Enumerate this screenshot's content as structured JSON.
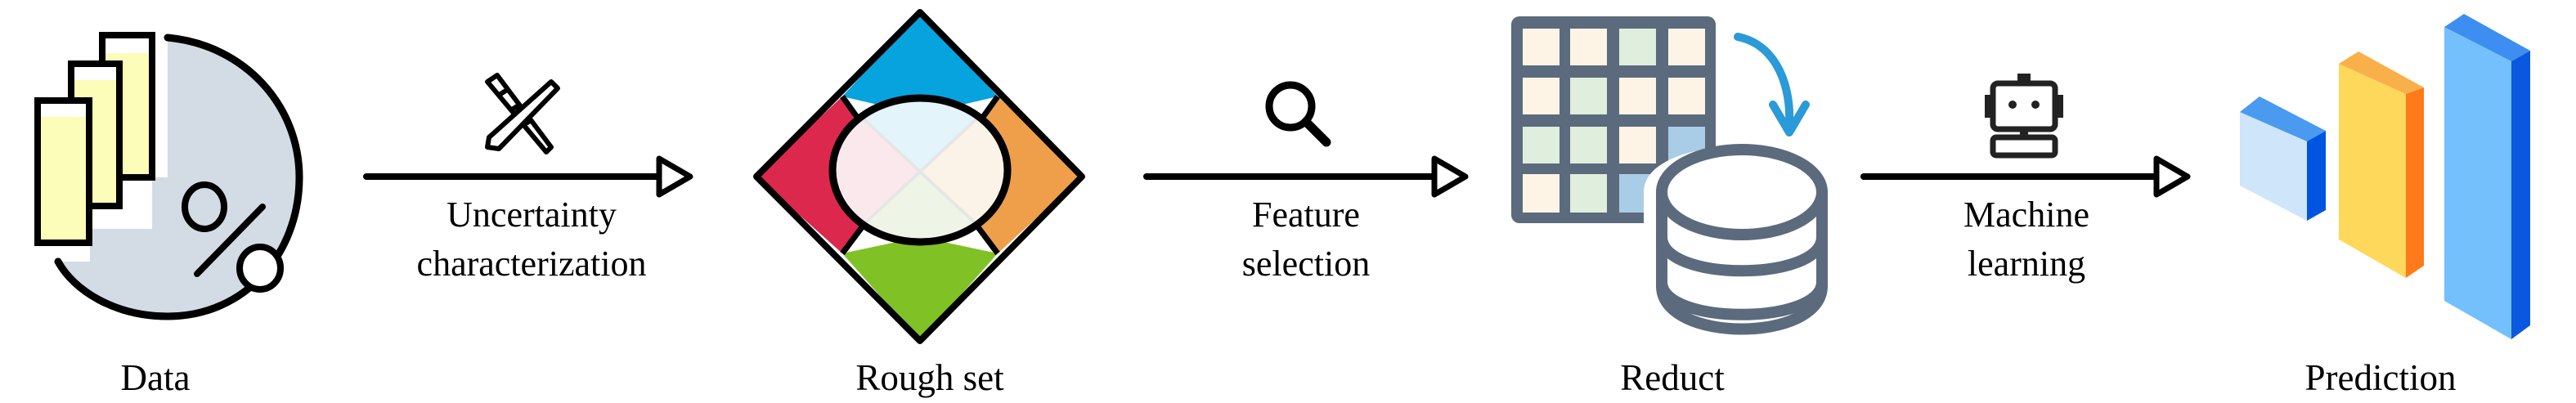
{
  "nodes": [
    {
      "id": "data",
      "label": "Data",
      "icon": "data-chart-disc-icon"
    },
    {
      "id": "rough_set",
      "label": "Rough set",
      "icon": "rough-set-diamond-icon"
    },
    {
      "id": "reduct",
      "label": "Reduct",
      "icon": "table-database-icon"
    },
    {
      "id": "prediction",
      "label": "Prediction",
      "icon": "bar-chart-3d-icon"
    }
  ],
  "edges": [
    {
      "from": "data",
      "to": "rough_set",
      "line1": "Uncertainty",
      "line2": "characterization",
      "icon": "ruler-pencil-icon"
    },
    {
      "from": "rough_set",
      "to": "reduct",
      "line1": "Feature",
      "line2": "selection",
      "icon": "magnifier-icon"
    },
    {
      "from": "reduct",
      "to": "prediction",
      "line1": "Machine",
      "line2": "learning",
      "icon": "robot-icon"
    }
  ],
  "colors": {
    "diamond_top": "#06a3df",
    "diamond_right": "#ef9f4a",
    "diamond_bottom": "#80c226",
    "diamond_left": "#dc284c",
    "table_frame": "#5b6b7d",
    "curve_arrow": "#2a9ad8",
    "bar_yellow": "#fdd85a",
    "bar_blue": "#74c0fc"
  }
}
